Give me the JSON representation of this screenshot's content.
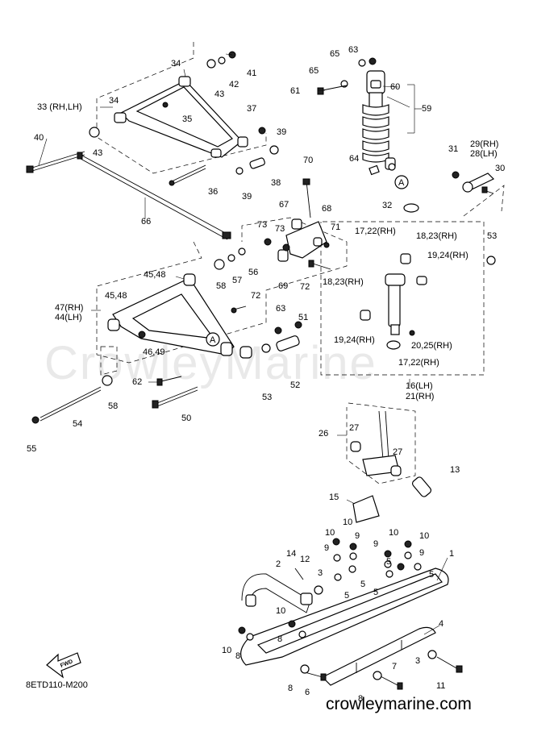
{
  "watermark": "CrowleyMarine",
  "diagram_code": "8ETD110-M200",
  "website": "crowleymarine.com",
  "fwd_label": "FWD",
  "ref_marker": "A",
  "labels": [
    "1",
    "2",
    "3",
    "3",
    "4",
    "5",
    "5",
    "5",
    "5",
    "5",
    "6",
    "7",
    "8",
    "8",
    "8",
    "8",
    "9",
    "9",
    "9",
    "9",
    "10",
    "10",
    "10",
    "10",
    "10",
    "10",
    "11",
    "12",
    "13",
    "14",
    "15",
    "16(LH)",
    "21(RH)",
    "17,22(RH)",
    "17,22(RH)",
    "18,23(RH)",
    "18,23(RH)",
    "19,24(RH)",
    "19,24(RH)",
    "20,25(RH)",
    "26",
    "27",
    "27",
    "29(RH)",
    "28(LH)",
    "30",
    "31",
    "32",
    "33 (RH,LH)",
    "34",
    "34",
    "35",
    "36",
    "37",
    "38",
    "39",
    "39",
    "40",
    "41",
    "42",
    "43",
    "43",
    "44(LH)",
    "47(RH)",
    "45,48",
    "45,48",
    "46,49",
    "50",
    "51",
    "52",
    "53",
    "53",
    "54",
    "55",
    "56",
    "57",
    "58",
    "58",
    "59",
    "60",
    "61",
    "62",
    "63",
    "63",
    "64",
    "65",
    "65",
    "66",
    "67",
    "68",
    "69",
    "70",
    "71",
    "72",
    "72",
    "73",
    "73"
  ]
}
